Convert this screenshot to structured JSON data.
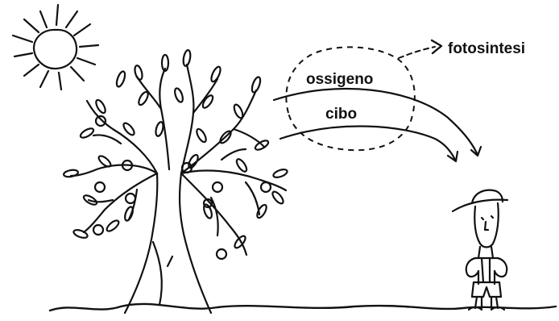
{
  "labels": {
    "oxygen": "ossigeno",
    "food": "cibo",
    "photosynthesis": "fotosintesi"
  },
  "colors": {
    "ink": "#111111",
    "background": "#ffffff"
  }
}
